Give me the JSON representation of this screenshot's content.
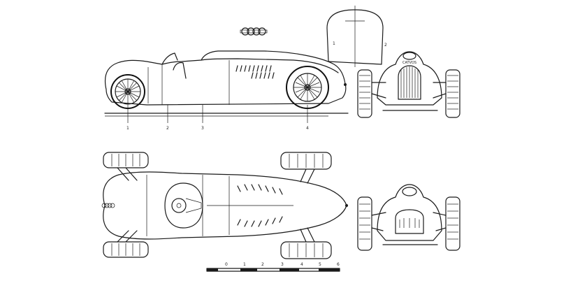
{
  "side_view": {
    "dimension_marks": [
      "1",
      "2",
      "3",
      "4"
    ]
  },
  "front_view": {
    "grille_badge": "CATVOS"
  },
  "section_view": {
    "marks": [
      "1",
      "2"
    ]
  },
  "scale_bar": {
    "ticks": [
      "0",
      "1",
      "2",
      "3",
      "4",
      "5",
      "6"
    ]
  },
  "logo": {
    "name": "four-rings-logo"
  },
  "colors": {
    "ink": "#1a1a1a",
    "paper": "#ffffff"
  }
}
